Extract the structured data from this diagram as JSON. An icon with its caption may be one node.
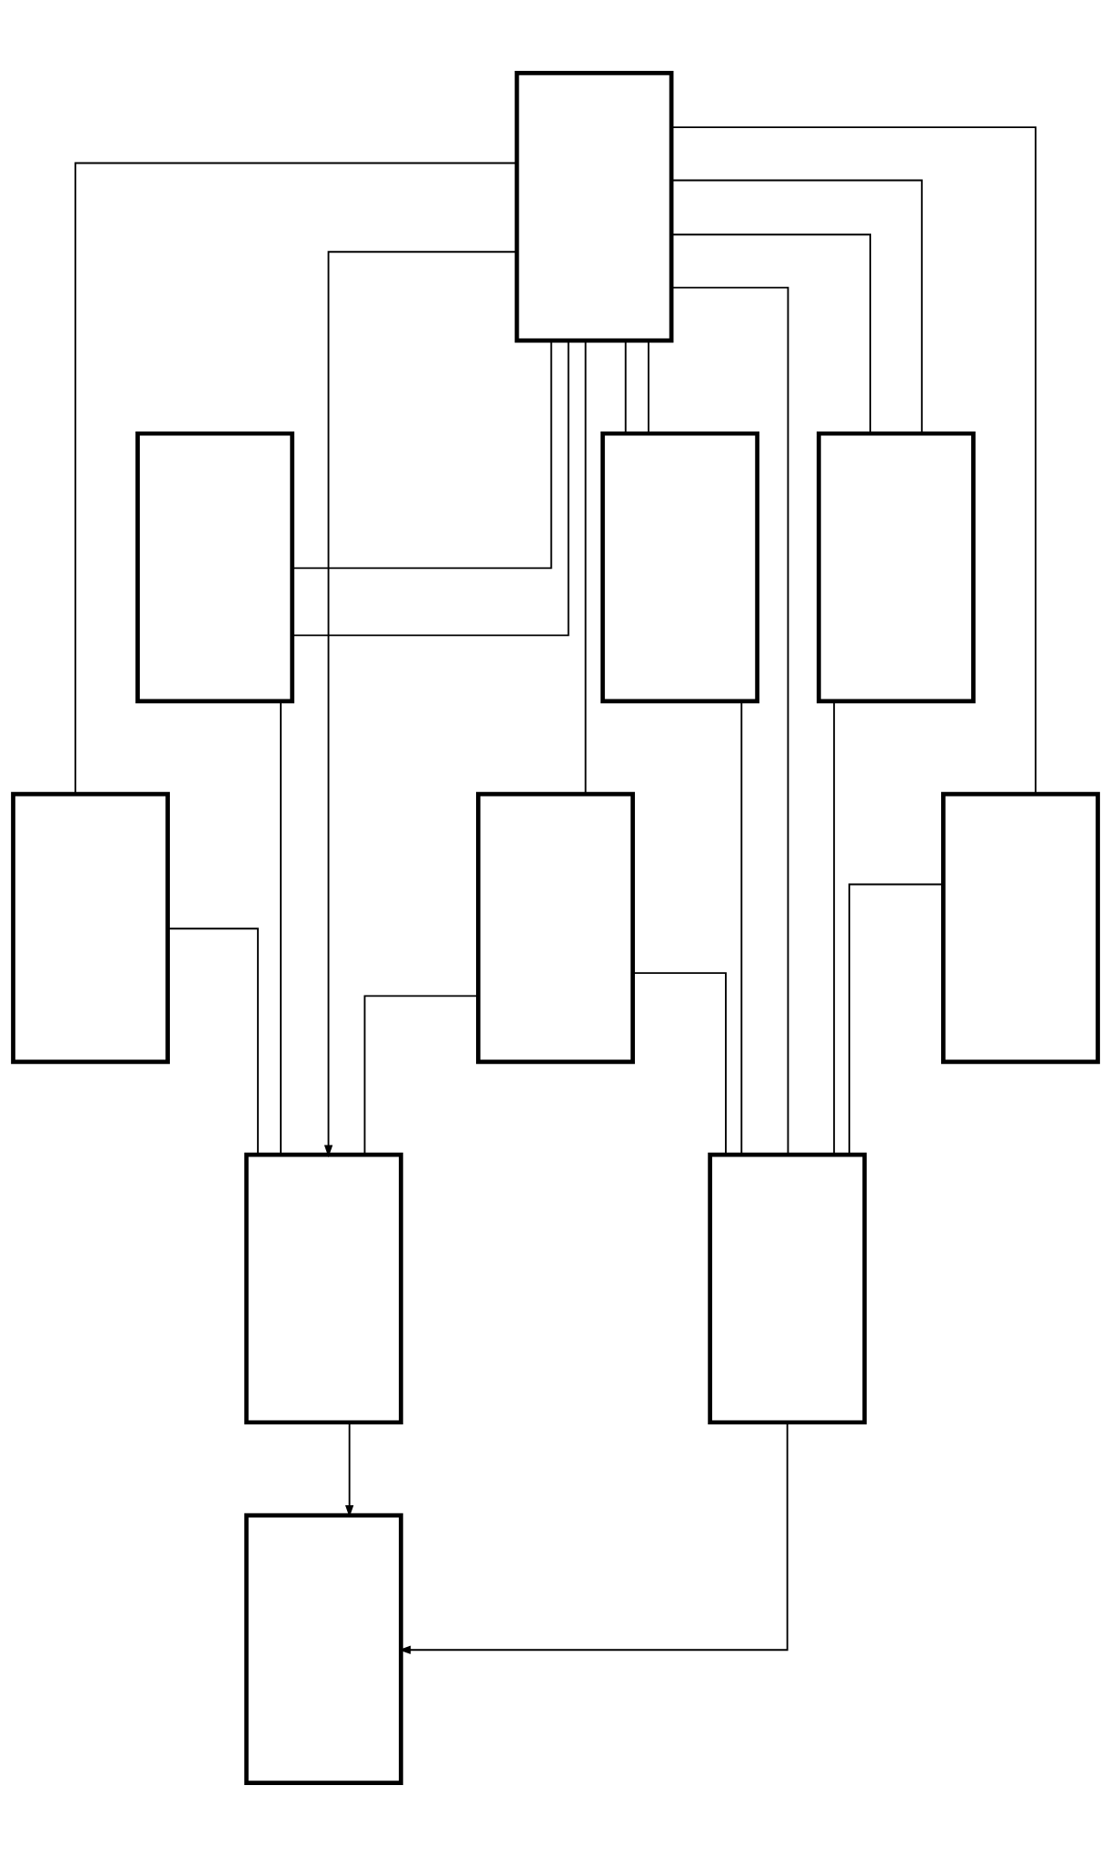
{
  "diagram": {
    "nodes": [
      {
        "text": [],
        "shape": "box"
      },
      {
        "text": [],
        "shape": "box"
      },
      {
        "text": [],
        "shape": "box"
      },
      {
        "text": [],
        "shape": "box"
      },
      {
        "text": [],
        "shape": "box"
      },
      {
        "text": [],
        "shape": "box"
      },
      {
        "text": [],
        "shape": "box"
      },
      {
        "text": [],
        "shape": "box"
      },
      {
        "text": [],
        "shape": "box"
      },
      {
        "text": [],
        "shape": "box"
      }
    ],
    "edges": [
      {
        "from": 0,
        "to": 7,
        "arrow": "to"
      },
      {
        "from": 0,
        "to": 8,
        "arrow": "none"
      },
      {
        "from": 0,
        "to": 1,
        "arrow": "none"
      },
      {
        "from": 0,
        "to": 2,
        "arrow": "none"
      },
      {
        "from": 0,
        "to": 3,
        "arrow": "none"
      },
      {
        "from": 0,
        "to": 1,
        "arrow": "none"
      },
      {
        "from": 0,
        "to": 2,
        "arrow": "none"
      },
      {
        "from": 0,
        "to": 3,
        "arrow": "none"
      },
      {
        "from": 0,
        "to": 4,
        "arrow": "none"
      },
      {
        "from": 0,
        "to": 5,
        "arrow": "none"
      },
      {
        "from": 0,
        "to": 6,
        "arrow": "none"
      },
      {
        "from": 1,
        "to": 7,
        "arrow": "none"
      },
      {
        "from": 2,
        "to": 8,
        "arrow": "none"
      },
      {
        "from": 3,
        "to": 8,
        "arrow": "none"
      },
      {
        "from": 4,
        "to": 7,
        "arrow": "none"
      },
      {
        "from": 5,
        "to": 7,
        "arrow": "none"
      },
      {
        "from": 5,
        "to": 8,
        "arrow": "none"
      },
      {
        "from": 6,
        "to": 8,
        "arrow": "none"
      },
      {
        "from": 7,
        "to": 9,
        "arrow": "to"
      },
      {
        "from": 8,
        "to": 9,
        "arrow": "to"
      }
    ]
  }
}
